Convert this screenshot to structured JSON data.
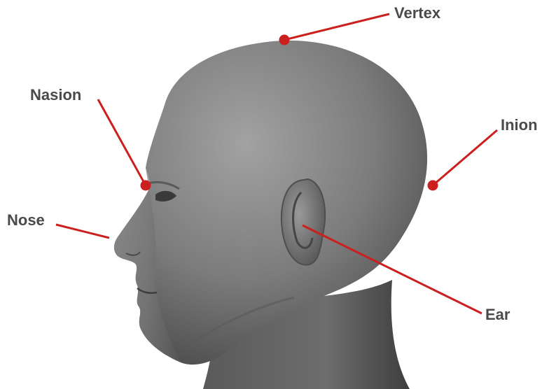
{
  "labels": {
    "vertex": "Vertex",
    "nasion": "Nasion",
    "inion": "Inion",
    "nose": "Nose",
    "ear": "Ear"
  },
  "colors": {
    "marker": "#cc1f1f",
    "label_text": "#4a4a4a",
    "head_light": "#9a9a9a",
    "head_mid": "#6f6f6f",
    "head_dark": "#3c3c3c",
    "background": "#ffffff"
  }
}
